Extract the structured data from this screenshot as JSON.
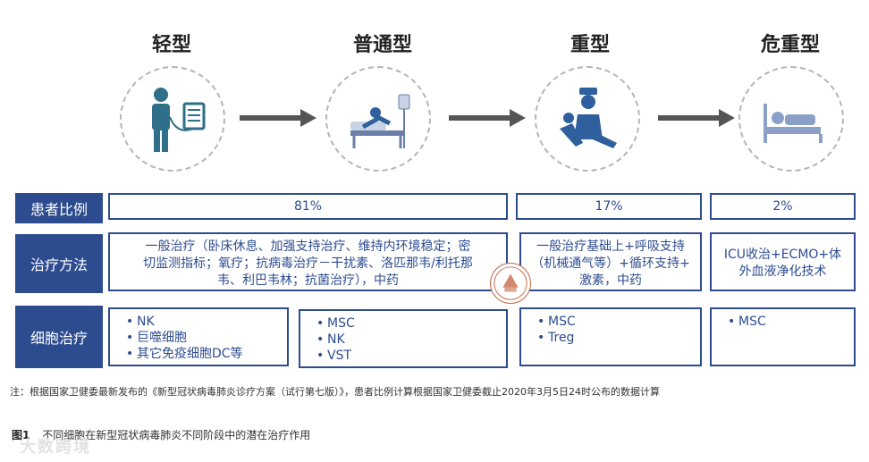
{
  "stages": [
    {
      "title": "轻型"
    },
    {
      "title": "普通型"
    },
    {
      "title": "重型"
    },
    {
      "title": "危重型"
    }
  ],
  "rows": {
    "ratio": {
      "label": "患者比例",
      "values": [
        "81%",
        "17%",
        "2%"
      ]
    },
    "treatment": {
      "label": "治疗方法",
      "mild_common": [
        "一般治疗（卧床休息、加强支持治疗、维持内环境稳定；密",
        "切监测指标；氧疗；抗病毒治疗－干扰素、洛匹那韦/利托那",
        "韦、利巴韦林；抗菌治疗），中药"
      ],
      "severe": [
        "一般治疗基础上+呼吸支持",
        "（机械通气等）+循环支持+",
        "激素，中药"
      ],
      "critical": [
        "ICU收治+ECMO+体",
        "外血液净化技术"
      ]
    },
    "cell": {
      "label": "细胞治疗",
      "mild": [
        "NK",
        "巨噬细胞",
        "其它免疫细胞DC等"
      ],
      "common": [
        "MSC",
        "NK",
        "VST"
      ],
      "severe": [
        "MSC",
        "Treg"
      ],
      "critical": [
        "MSC"
      ]
    }
  },
  "note": "注：根据国家卫健委最新发布的《新型冠状病毒肺炎诊疗方案（试行第七版）》，患者比例计算根据国家卫健委截止2020年3月5日24时公布的数据计算",
  "caption": {
    "fig": "图1",
    "text": "不同细胞在新型冠状病毒肺炎不同阶段中的潜在治疗作用"
  },
  "watermark": "大数跨境",
  "colors": {
    "primary": "#2d4c8f",
    "icon_teal": "#2f6f89",
    "icon_blue": "#2f5f9c",
    "arrow": "#555555"
  }
}
